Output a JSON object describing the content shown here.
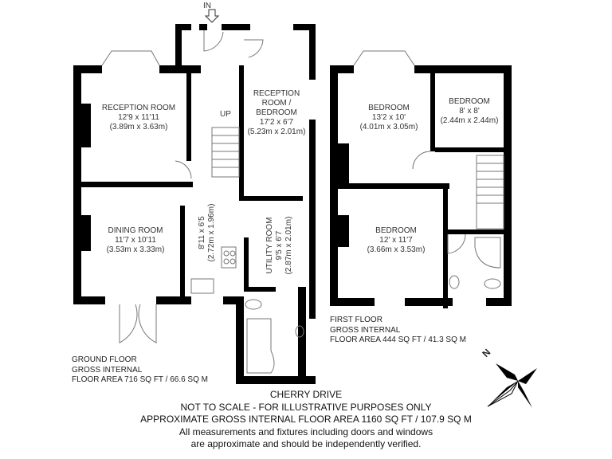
{
  "title": "CHERRY DRIVE",
  "entrance_label": "IN",
  "stairs_label": "UP",
  "ground_floor": {
    "rooms": [
      {
        "name": "RECEPTION ROOM",
        "imperial": "12'9 x 11'11",
        "metric": "(3.89m x 3.63m)"
      },
      {
        "name_line1": "RECEPTION",
        "name_line2": "ROOM /",
        "name_line3": "BEDROOM",
        "imperial": "17'2 x 6'7",
        "metric": "(5.23m x 2.01m)"
      },
      {
        "name": "DINING ROOM",
        "imperial": "11'7 x 10'11",
        "metric": "(3.53m x 3.33m)"
      },
      {
        "name": "",
        "imperial": "8'11 x 6'5",
        "metric": "(2.72m x 1.96m)"
      },
      {
        "name": "UTILITY ROOM",
        "imperial": "9'5 x 6'7",
        "metric": "(2.87m x 2.01m)"
      }
    ],
    "area": {
      "line1": "GROUND FLOOR",
      "line2": "GROSS INTERNAL",
      "line3": "FLOOR AREA 716 SQ FT / 66.6 SQ M"
    }
  },
  "first_floor": {
    "rooms": [
      {
        "name": "BEDROOM",
        "imperial": "13'2 x 10'",
        "metric": "(4.01m x 3.05m)"
      },
      {
        "name": "BEDROOM",
        "imperial": "8' x 8'",
        "metric": "(2.44m x 2.44m)"
      },
      {
        "name": "BEDROOM",
        "imperial": "12' x 11'7",
        "metric": "(3.66m x 3.53m)"
      }
    ],
    "area": {
      "line1": "FIRST FLOOR",
      "line2": "GROSS INTERNAL",
      "line3": "FLOOR AREA 444 SQ FT / 41.3 SQ M"
    }
  },
  "compass": {
    "label": "N"
  },
  "footer": {
    "line1": "CHERRY DRIVE",
    "line2": "NOT TO SCALE - FOR ILLUSTRATIVE PURPOSES ONLY",
    "line3": "APPROXIMATE GROSS INTERNAL FLOOR AREA 1160 SQ FT / 107.9 SQ M",
    "line4": "All measurements and fixtures including doors and windows",
    "line5": "are approximate and should be independently verified."
  }
}
